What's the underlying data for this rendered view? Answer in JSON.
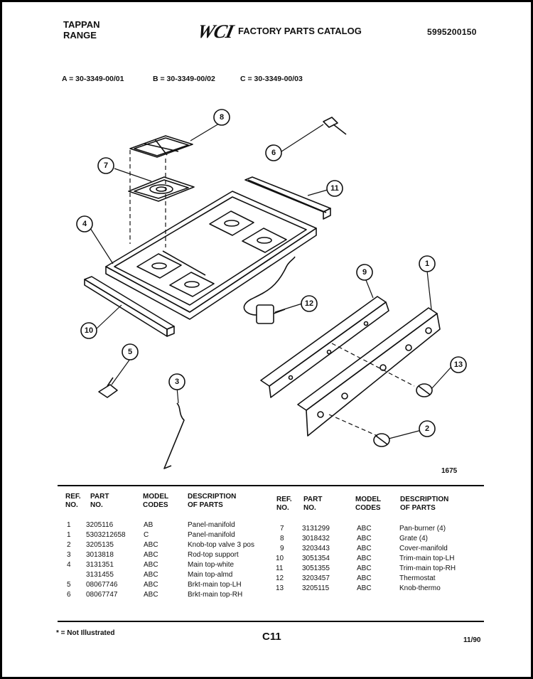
{
  "header": {
    "brand": "TAPPAN",
    "product": "RANGE",
    "logo": "WCI",
    "catalog_title": "FACTORY PARTS CATALOG",
    "catalog_number": "5995200150"
  },
  "models": [
    {
      "label": "A = 30-3349-00/01"
    },
    {
      "label": "B = 30-3349-00/02"
    },
    {
      "label": "C = 30-3349-00/03"
    }
  ],
  "diagram": {
    "callouts": [
      "1",
      "2",
      "3",
      "4",
      "5",
      "6",
      "7",
      "8",
      "9",
      "10",
      "11",
      "12",
      "13"
    ],
    "drawing_number": "1675"
  },
  "table": {
    "headers": {
      "ref": [
        "REF.",
        "NO."
      ],
      "part": [
        "PART",
        "NO."
      ],
      "model": [
        "MODEL",
        "CODES"
      ],
      "desc": [
        "DESCRIPTION",
        "OF PARTS"
      ]
    },
    "left_rows": [
      {
        "ref": "1",
        "part": "3205116",
        "model": "AB",
        "desc": "Panel-manifold"
      },
      {
        "ref": "1",
        "part": "5303212658",
        "model": "C",
        "desc": "Panel-manifold"
      },
      {
        "ref": "2",
        "part": "3205135",
        "model": "ABC",
        "desc": "Knob-top valve 3 pos"
      },
      {
        "ref": "3",
        "part": "3013818",
        "model": "ABC",
        "desc": "Rod-top support"
      },
      {
        "ref": "4",
        "part": "3131351",
        "model": "ABC",
        "desc": "Main top-white"
      },
      {
        "ref": "",
        "part": "3131455",
        "model": "ABC",
        "desc": "Main top-almd"
      },
      {
        "ref": "5",
        "part": "08067746",
        "model": "ABC",
        "desc": "Brkt-main top-LH"
      },
      {
        "ref": "6",
        "part": "08067747",
        "model": "ABC",
        "desc": "Brkt-main top-RH"
      }
    ],
    "right_rows": [
      {
        "ref": "7",
        "part": "3131299",
        "model": "ABC",
        "desc": "Pan-burner (4)"
      },
      {
        "ref": "8",
        "part": "3018432",
        "model": "ABC",
        "desc": "Grate (4)"
      },
      {
        "ref": "9",
        "part": "3203443",
        "model": "ABC",
        "desc": "Cover-manifold"
      },
      {
        "ref": "10",
        "part": "3051354",
        "model": "ABC",
        "desc": "Trim-main top-LH"
      },
      {
        "ref": "11",
        "part": "3051355",
        "model": "ABC",
        "desc": "Trim-main top-RH"
      },
      {
        "ref": "12",
        "part": "3203457",
        "model": "ABC",
        "desc": "Thermostat"
      },
      {
        "ref": "13",
        "part": "3205115",
        "model": "ABC",
        "desc": "Knob-thermo"
      }
    ]
  },
  "footer": {
    "footnote": "* = Not Illustrated",
    "page_code": "C11",
    "date": "11/90"
  }
}
